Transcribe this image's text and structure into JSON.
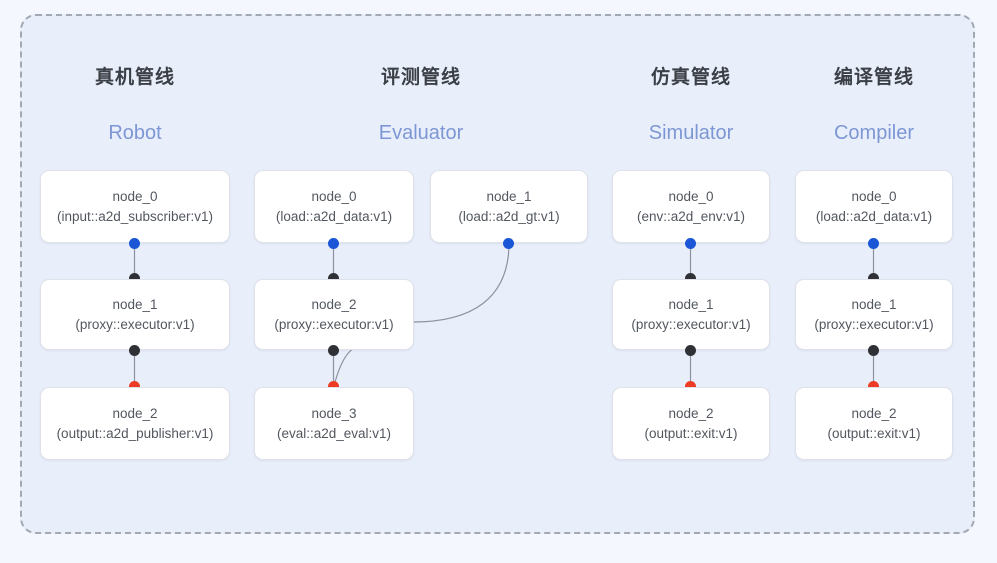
{
  "diagram": {
    "title_cn_columns": [
      "真机管线",
      "评测管线",
      "仿真管线",
      "编译管线"
    ],
    "colors": {
      "canvas": "#f4f7fd",
      "panel": "#e9eefb",
      "dashed_border": "#a3a9b3",
      "node_fill": "#ffffff",
      "node_border": "#dfe2e8",
      "heading_cn": "#3b3f46",
      "heading_en": "#7d97d4",
      "dot_blue": "#1a56d6",
      "dot_black": "#2f3136",
      "dot_red": "#ee3b24",
      "edge": "#8d939e"
    },
    "columns": [
      {
        "cn": "真机管线",
        "en": "Robot",
        "nodes": [
          {
            "name": "node_0",
            "spec": "(input::a2d_subscriber:v1)"
          },
          {
            "name": "node_1",
            "spec": "(proxy::executor:v1)"
          },
          {
            "name": "node_2",
            "spec": "(output::a2d_publisher:v1)"
          }
        ]
      },
      {
        "cn": "评测管线",
        "en": "Evaluator",
        "nodes": [
          {
            "name": "node_0",
            "spec": "(load::a2d_data:v1)"
          },
          {
            "name": "node_1",
            "spec": "(load::a2d_gt:v1)"
          },
          {
            "name": "node_2",
            "spec": "(proxy::executor:v1)"
          },
          {
            "name": "node_3",
            "spec": "(eval::a2d_eval:v1)"
          }
        ]
      },
      {
        "cn": "仿真管线",
        "en": "Simulator",
        "nodes": [
          {
            "name": "node_0",
            "spec": "(env::a2d_env:v1)"
          },
          {
            "name": "node_1",
            "spec": "(proxy::executor:v1)"
          },
          {
            "name": "node_2",
            "spec": "(output::exit:v1)"
          }
        ]
      },
      {
        "cn": "编译管线",
        "en": "Compiler",
        "nodes": [
          {
            "name": "node_0",
            "spec": "(load::a2d_data:v1)"
          },
          {
            "name": "node_1",
            "spec": "(proxy::executor:v1)"
          },
          {
            "name": "node_2",
            "spec": "(output::exit:v1)"
          }
        ]
      }
    ]
  }
}
